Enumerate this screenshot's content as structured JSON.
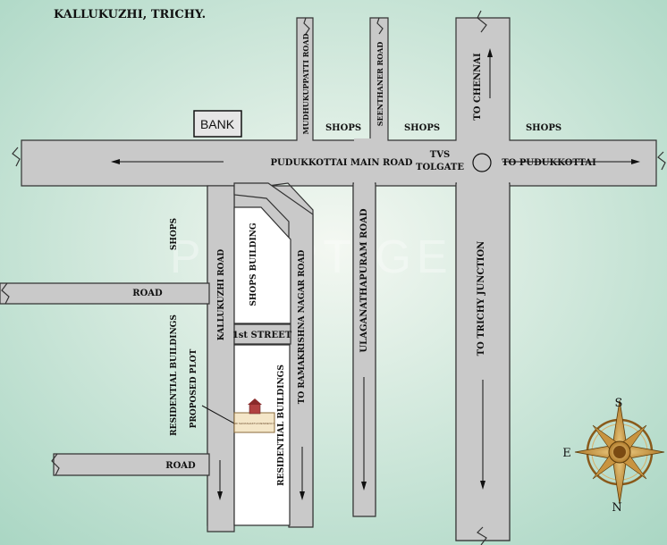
{
  "map": {
    "title": "KALLUKUZHI, TRICHY.",
    "watermark": "PROPTIGER",
    "colors": {
      "background_center": "#f4f8f2",
      "background_edge": "#a9d6c3",
      "road": "#c9c9c9",
      "outline": "#333333"
    },
    "landmarks": {
      "bank": "BANK",
      "tvs_tolgate": "TVS\nTOLGATE",
      "shops_building": "SHOPS BUILDING",
      "proposed_plot": "PROPOSED PLOT",
      "plot_sign": "SRI SHIVASHAKTHI RESIDENCY"
    },
    "roads": {
      "main_road": "PUDUKKOTTAI MAIN ROAD",
      "to_pudukkottai": "TO PUDUKKOTTAI",
      "to_chennai": "TO CHENNAI",
      "to_trichy": "TO TRICHY JUNCTION",
      "mudhukuppatti": "MUDHUKUPPATTI ROAD",
      "seenthaner": "SEENTHANER ROAD",
      "ulaganathapuram": "ULAGANATHAPURAM ROAD",
      "kallukuzhi": "KALLUKUZHI ROAD",
      "ramakrishna": "TO RAMAKRISHNA NAGAR ROAD",
      "first_street": "1st STREET",
      "road_upper": "ROAD",
      "road_lower": "ROAD"
    },
    "areas": {
      "shops_1": "SHOPS",
      "shops_2": "SHOPS",
      "shops_3": "SHOPS",
      "shops_left": "SHOPS",
      "residential_left": "RESIDENTIAL BUILDINGS",
      "residential_right": "RESIDENTIAL BUILDINGS"
    },
    "compass": {
      "north": "N",
      "south": "S",
      "east": "E"
    }
  }
}
